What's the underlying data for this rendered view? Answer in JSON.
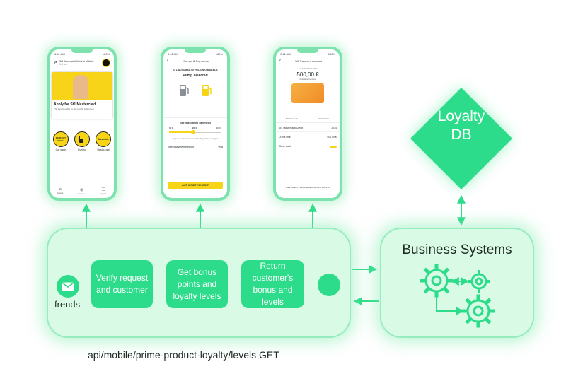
{
  "phones": {
    "home": {
      "time": "9:41 AM",
      "battery": "100%",
      "station": "St1 Automaatti Helsinki Mäkelä",
      "distance": "1.3 km",
      "card_title": "Apply for St1 Mastercard",
      "card_sub": "The best benefits for St1 loyalty customers",
      "badges": [
        {
          "text": "PERFECT WASH",
          "label": "Car wash"
        },
        {
          "text": "",
          "label": "Fueling"
        },
        {
          "text": "Sandwich",
          "label": "Restaurant"
        }
      ],
      "nav": [
        "Home",
        "Stations",
        "My St1"
      ]
    },
    "pump": {
      "time": "9:41 AM",
      "battery": "100%",
      "header": "Pumps & Payments",
      "station": "ST1 AUTOMAATTI HELSINKI MÄKELÄ",
      "subtitle": "Pump selected",
      "max_payment": "Set maximum payment",
      "slider_min": "60 €",
      "slider_mid": "100 €",
      "slider_max": "200 €",
      "note": "Only the actual amount of fueling will be charged",
      "method_label": "Select payment method",
      "method_value": "Visa",
      "button": "AUTHORIZE PAYMENT"
    },
    "payment": {
      "time": "9:41 AM",
      "battery": "100%",
      "header": "St1 Payment account",
      "card_label": "St1 MASTERCARD",
      "amount": "500,00 €",
      "avail": "Available balance",
      "tabs": [
        "Transactions",
        "Information"
      ],
      "rows": [
        {
          "label": "St1 Mastercard Credit",
          "value": "1234"
        },
        {
          "label": "Credit limit",
          "value": "500.00 €"
        },
        {
          "label": "Close card",
          "value": ""
        }
      ],
      "footer": "THIS CARD IS AVAILABLE IN APPLE WALLET"
    }
  },
  "hub": {
    "logo_label": "frends",
    "steps": [
      {
        "lines": [
          "Verify request",
          "and customer"
        ]
      },
      {
        "lines": [
          "Get bonus",
          "points and",
          "loyalty levels"
        ]
      },
      {
        "lines": [
          "Return",
          "customer's",
          "bonus and",
          "levels"
        ]
      }
    ],
    "api": "api/mobile/prime-product-loyalty/levels GET"
  },
  "db": {
    "lines": [
      "Loyalty",
      "DB"
    ]
  },
  "business": {
    "title": "Business Systems"
  },
  "colors": {
    "accent": "#2ddc8a",
    "glow": "#7de2ad",
    "panel": "#d9fbe6",
    "st1_yellow": "#f7d417"
  }
}
